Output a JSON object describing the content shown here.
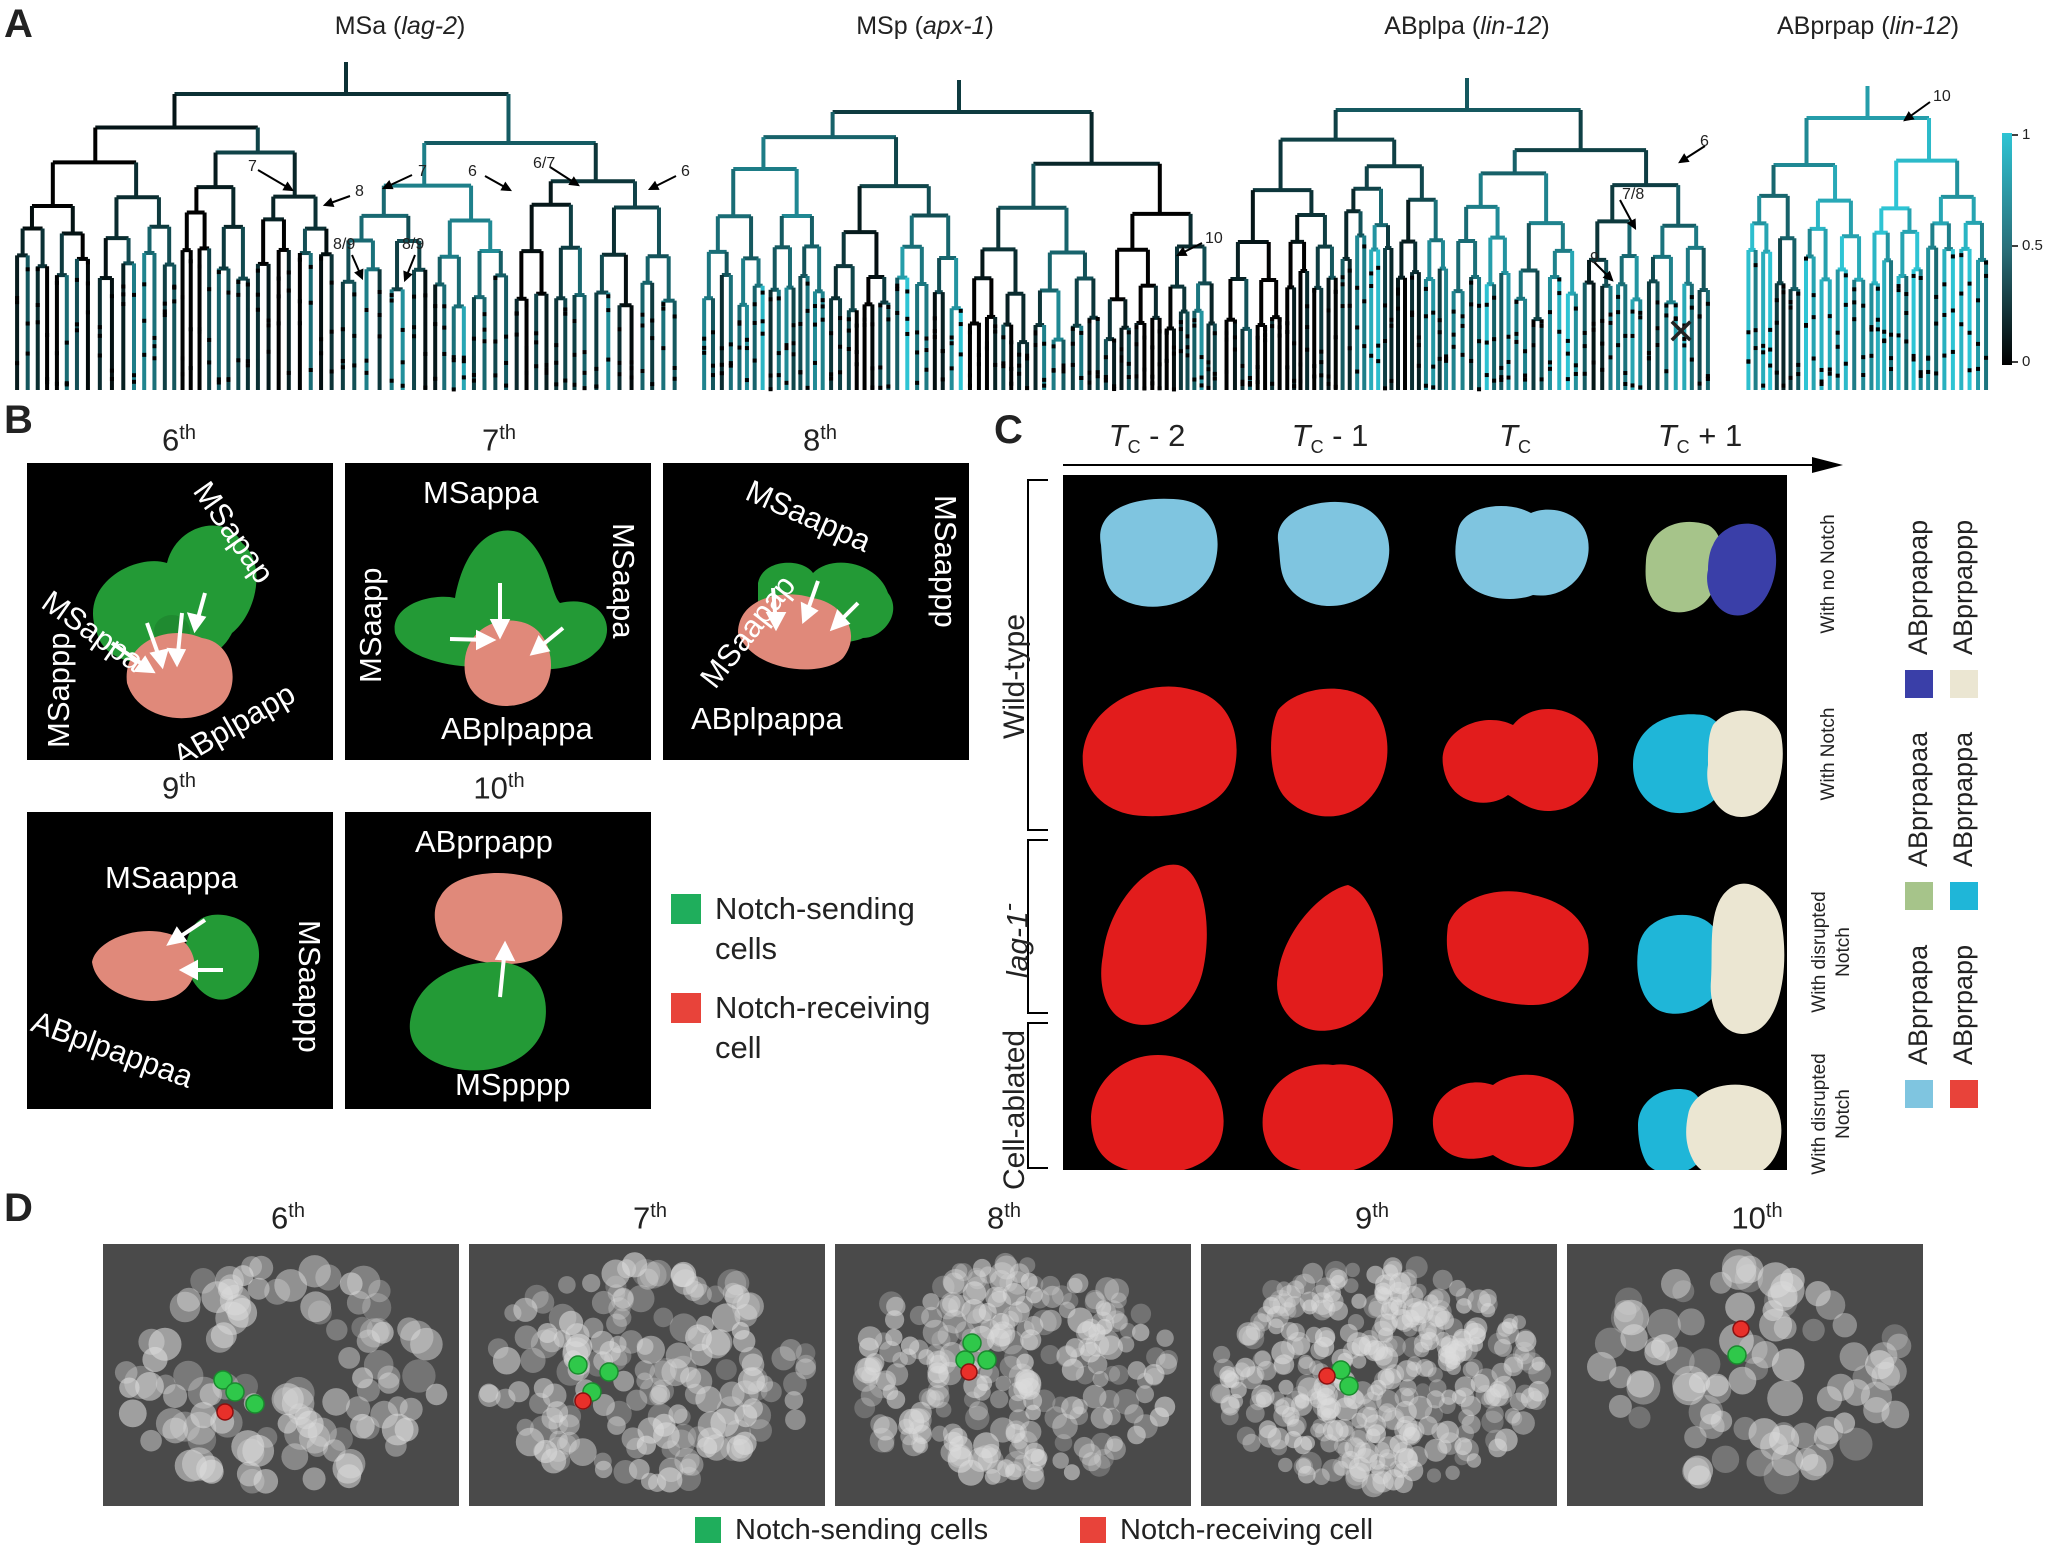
{
  "panels": {
    "a": "A",
    "b": "B",
    "c": "C",
    "d": "D"
  },
  "panel_a": {
    "trees": [
      {
        "name": "MSa",
        "gene": "lag-2"
      },
      {
        "name": "MSp",
        "gene": "apx-1"
      },
      {
        "name": "ABplpa",
        "gene": "lin-12"
      },
      {
        "name": "ABprpap",
        "gene": "lin-12"
      }
    ],
    "annotations": [
      "7",
      "8",
      "7",
      "6",
      "6/7",
      "6",
      "8/9",
      "8/9",
      "10",
      "6",
      "7/8",
      "9",
      "10"
    ],
    "ablation_mark": "✕",
    "colorbar": {
      "ticks": [
        "1",
        "0.5",
        "0"
      ],
      "colors": [
        "#2ec4d4",
        "#000000"
      ]
    }
  },
  "panel_b": {
    "boxes": [
      {
        "ordinal": "6",
        "suffix": "th",
        "labels": [
          "MSappa",
          "MSapap",
          "MSappp",
          "ABplpapp"
        ]
      },
      {
        "ordinal": "7",
        "suffix": "th",
        "labels": [
          "MSappa",
          "MSaapp",
          "MSaapa",
          "ABplpappa"
        ]
      },
      {
        "ordinal": "8",
        "suffix": "th",
        "labels": [
          "MSaappa",
          "MSaappp",
          "MSaapap",
          "ABplpappa"
        ]
      },
      {
        "ordinal": "9",
        "suffix": "th",
        "labels": [
          "MSaappa",
          "MSaappp",
          "ABplpappaa"
        ]
      },
      {
        "ordinal": "10",
        "suffix": "th",
        "labels": [
          "ABprpapp",
          "MSpppp"
        ]
      }
    ],
    "legend": [
      {
        "text_1": "Notch-sending",
        "text_2": "cells",
        "color": "#1fae5c"
      },
      {
        "text_1": "Notch-receiving",
        "text_2": "cell",
        "color": "#e8433a"
      }
    ]
  },
  "panel_c": {
    "columns": [
      {
        "t": "T",
        "sub": "C",
        "suffix": " - 2"
      },
      {
        "t": "T",
        "sub": "C",
        "suffix": " - 1"
      },
      {
        "t": "T",
        "sub": "C",
        "suffix": ""
      },
      {
        "t": "T",
        "sub": "C",
        "suffix": " + 1"
      }
    ],
    "groups": [
      "Wild-type",
      "lag-1",
      "Cell-ablated"
    ],
    "lag1_suffix": "-",
    "row_labels": [
      "With no Notch",
      "With Notch",
      "With disrupted Notch",
      "With disrupted Notch"
    ],
    "row_labels_split": [
      [
        "With no Notch"
      ],
      [
        "With Notch"
      ],
      [
        "With disrupted",
        "Notch"
      ],
      [
        "With disrupted",
        "Notch"
      ]
    ],
    "colors": {
      "parent_blue": "#7fc5e0",
      "parent_red": "#e21c1c",
      "green": "#a6c48a",
      "navy": "#3a3fa8",
      "cyan": "#1fb6d8",
      "cream": "#ebe6d2"
    },
    "legend": [
      {
        "label": "ABprpapap",
        "color": "#3a3fa8"
      },
      {
        "label": "ABprpappp",
        "color": "#ebe6d2"
      },
      {
        "label": "ABprpapaa",
        "color": "#a6c48a"
      },
      {
        "label": "ABprpappa",
        "color": "#1fb6d8"
      },
      {
        "label": "ABprpapa",
        "color": "#7fc5e0"
      },
      {
        "label": "ABprpapp",
        "color": "#e8433a"
      }
    ]
  },
  "panel_d": {
    "ordinals": [
      {
        "n": "6",
        "s": "th"
      },
      {
        "n": "7",
        "s": "th"
      },
      {
        "n": "8",
        "s": "th"
      },
      {
        "n": "9",
        "s": "th"
      },
      {
        "n": "10",
        "s": "th"
      }
    ],
    "legend": [
      {
        "text": "Notch-sending cells",
        "color": "#1fae5c"
      },
      {
        "text": "Notch-receiving cell",
        "color": "#e8433a"
      }
    ]
  }
}
